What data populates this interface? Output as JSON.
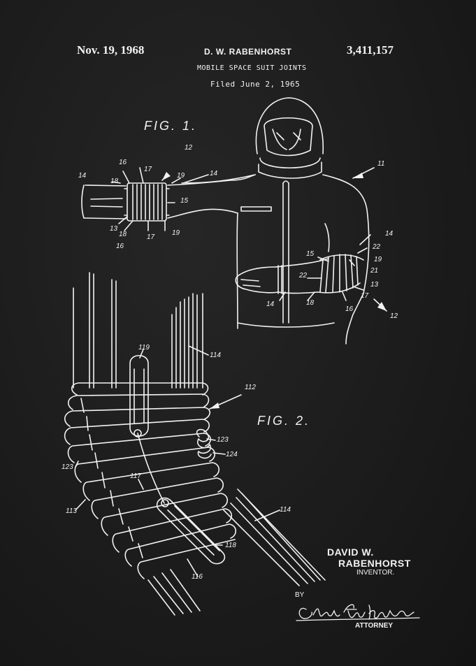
{
  "header": {
    "date": "Nov. 19, 1968",
    "inventor": "D. W. RABENHORST",
    "patent_number": "3,411,157",
    "title": "MOBILE SPACE SUIT JOINTS",
    "filed": "Filed June 2, 1965"
  },
  "figures": {
    "fig1": "FIG. 1.",
    "fig2": "FIG. 2."
  },
  "ref_numbers_fig1": [
    "12",
    "16",
    "17",
    "19",
    "14",
    "18",
    "14",
    "15",
    "13",
    "18",
    "17",
    "19",
    "16",
    "11",
    "14",
    "22",
    "15",
    "19",
    "21",
    "22",
    "13",
    "17",
    "14",
    "18",
    "16",
    "12"
  ],
  "ref_numbers_fig2": [
    "119",
    "114",
    "112",
    "123",
    "124",
    "123",
    "117",
    "113",
    "114",
    "118",
    "116"
  ],
  "signature_block": {
    "inventor_first": "DAVID W.",
    "inventor_last": "RABENHORST",
    "inventor_label": "INVENTOR.",
    "by": "BY",
    "signature": "Claude Funkhouser",
    "attorney_label": "ATTORNEY"
  },
  "colors": {
    "background": "#1a1a1a",
    "ink": "#f2f2f2"
  }
}
